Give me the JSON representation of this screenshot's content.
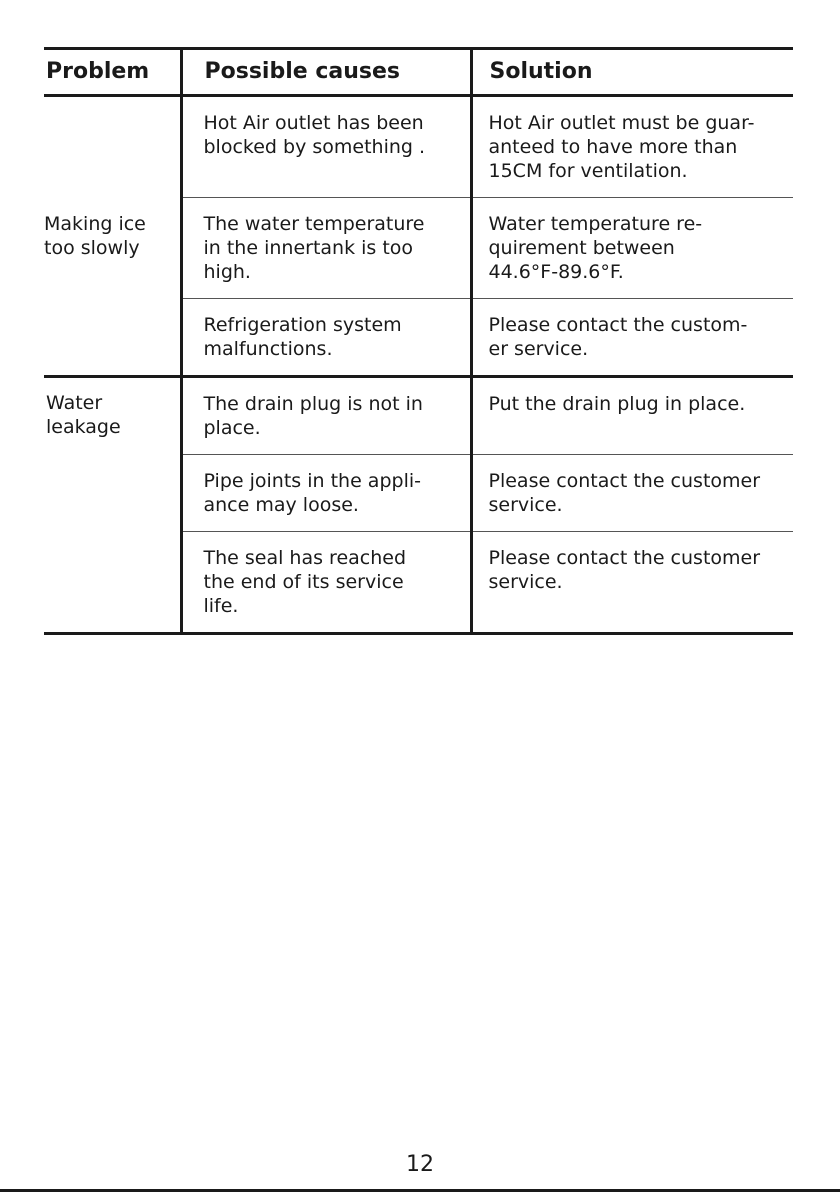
{
  "table": {
    "headers": [
      "Problem",
      "Possible causes",
      "Solution"
    ],
    "groups": [
      {
        "problem": [
          "Making ice",
          "too slowly"
        ],
        "rows": [
          {
            "cause": [
              "Hot Air outlet has been",
              "blocked by something ."
            ],
            "solution": [
              "Hot Air outlet must be guar-",
              "anteed to have more than",
              "15CM for ventilation."
            ]
          },
          {
            "cause": [
              "The water temperature",
              "in the innertank is too",
              "high."
            ],
            "solution": [
              "Water temperature re-",
              "quirement between",
              "44.6°F-89.6°F."
            ]
          },
          {
            "cause": [
              "Refrigeration system",
              "malfunctions."
            ],
            "solution": [
              "Please contact the custom-",
              "er service."
            ]
          }
        ]
      },
      {
        "problem": [
          "Water",
          "leakage"
        ],
        "rows": [
          {
            "cause": [
              "The drain plug is not in",
              "place."
            ],
            "solution": [
              "Put the drain plug in place."
            ]
          },
          {
            "cause": [
              "Pipe joints in the appli-",
              "ance may loose."
            ],
            "solution": [
              "Please contact the customer",
              "service."
            ]
          },
          {
            "cause": [
              "The seal has reached",
              "the end of its service",
              "life."
            ],
            "solution": [
              "Please contact the customer",
              "service."
            ]
          }
        ]
      }
    ]
  },
  "page_number": "12"
}
